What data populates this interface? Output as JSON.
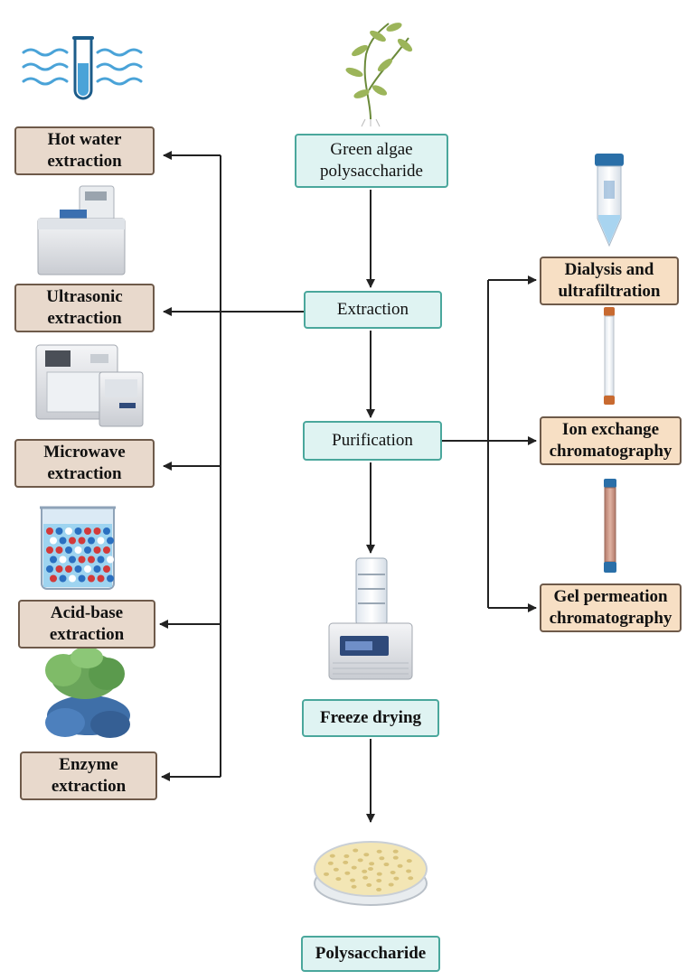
{
  "center_nodes": {
    "source": "Green algae\npolysaccharide",
    "extraction": "Extraction",
    "purification": "Purification",
    "freeze_drying": "Freeze drying",
    "product": "Polysaccharide"
  },
  "extraction_methods": [
    "Hot water\nextraction",
    "Ultrasonic\nextraction",
    "Microwave\nextraction",
    "Acid-base\nextraction",
    "Enzyme\nextraction"
  ],
  "purification_methods": [
    "Dialysis and\nultrafiltration",
    "Ion exchange\nchromatography",
    "Gel permeation\nchromatography"
  ],
  "colors": {
    "method_fill": "#e8d9cc",
    "method_border": "#6e5a4a",
    "center_fill": "#dff3f2",
    "center_border": "#4aa79c",
    "purification_fill": "#f7dfc4",
    "arrow": "#222222"
  },
  "icons": [
    "water-test-tube-icon",
    "water-bath-icon",
    "ultrasonic-device-icon",
    "microwave-device-icon",
    "beaker-molecules-icon",
    "enzyme-protein-icon",
    "seaweed-plant-icon",
    "centrifuge-tube-icon",
    "ion-exchange-column-icon",
    "gel-column-icon",
    "freeze-dryer-icon",
    "petri-dish-icon"
  ]
}
